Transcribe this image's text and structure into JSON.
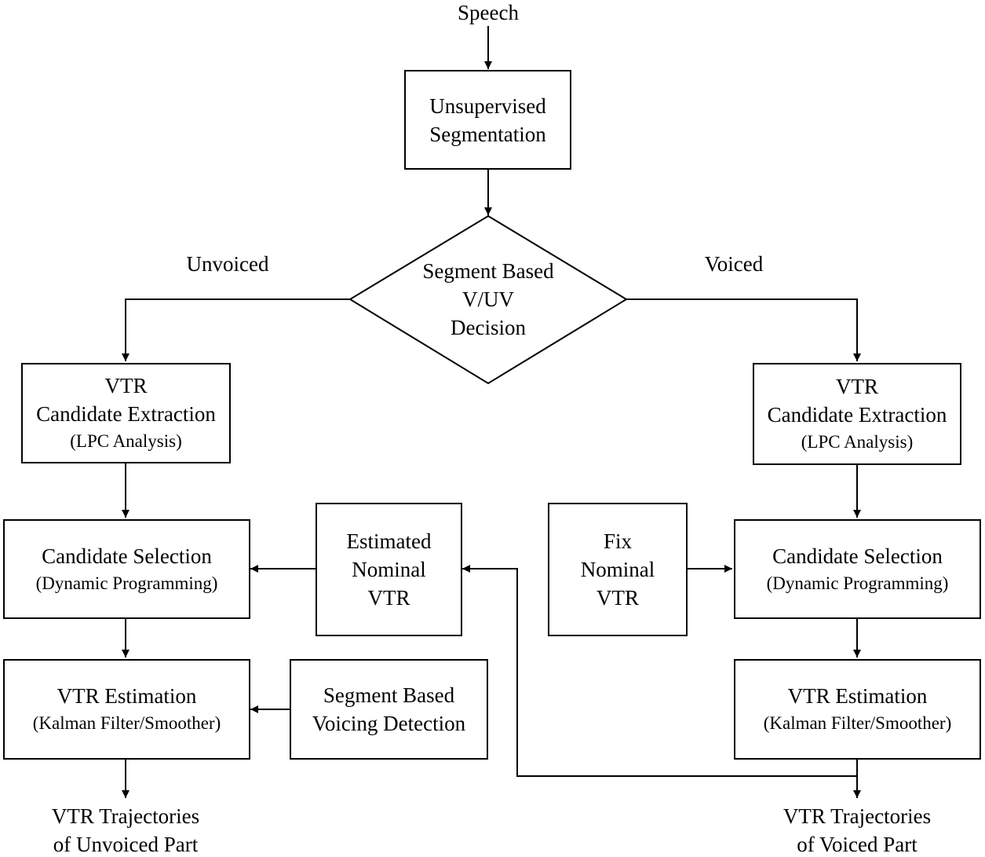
{
  "input_label": "Speech",
  "branch_labels": {
    "unvoiced": "Unvoiced",
    "voiced": "Voiced"
  },
  "segmentation": {
    "line1": "Unsupervised",
    "line2": "Segmentation"
  },
  "decision": {
    "line1": "Segment Based",
    "line2": "V/UV",
    "line3": "Decision"
  },
  "unvoiced_path": {
    "extraction": {
      "line1": "VTR",
      "line2": "Candidate Extraction",
      "line3": "(LPC Analysis)"
    },
    "selection": {
      "line1": "Candidate Selection",
      "line2": "(Dynamic Programming)"
    },
    "estimation": {
      "line1": "VTR Estimation",
      "line2": "(Kalman Filter/Smoother)"
    },
    "output": {
      "line1": "VTR Trajectories",
      "line2": "of Unvoiced Part"
    }
  },
  "voiced_path": {
    "extraction": {
      "line1": "VTR",
      "line2": "Candidate Extraction",
      "line3": "(LPC Analysis)"
    },
    "selection": {
      "line1": "Candidate Selection",
      "line2": "(Dynamic Programming)"
    },
    "estimation": {
      "line1": "VTR Estimation",
      "line2": "(Kalman Filter/Smoother)"
    },
    "output": {
      "line1": "VTR Trajectories",
      "line2": "of Voiced Part"
    }
  },
  "estimated_nominal": {
    "line1": "Estimated",
    "line2": "Nominal",
    "line3": "VTR"
  },
  "fix_nominal": {
    "line1": "Fix",
    "line2": "Nominal",
    "line3": "VTR"
  },
  "voicing_detection": {
    "line1": "Segment Based",
    "line2": "Voicing Detection"
  }
}
